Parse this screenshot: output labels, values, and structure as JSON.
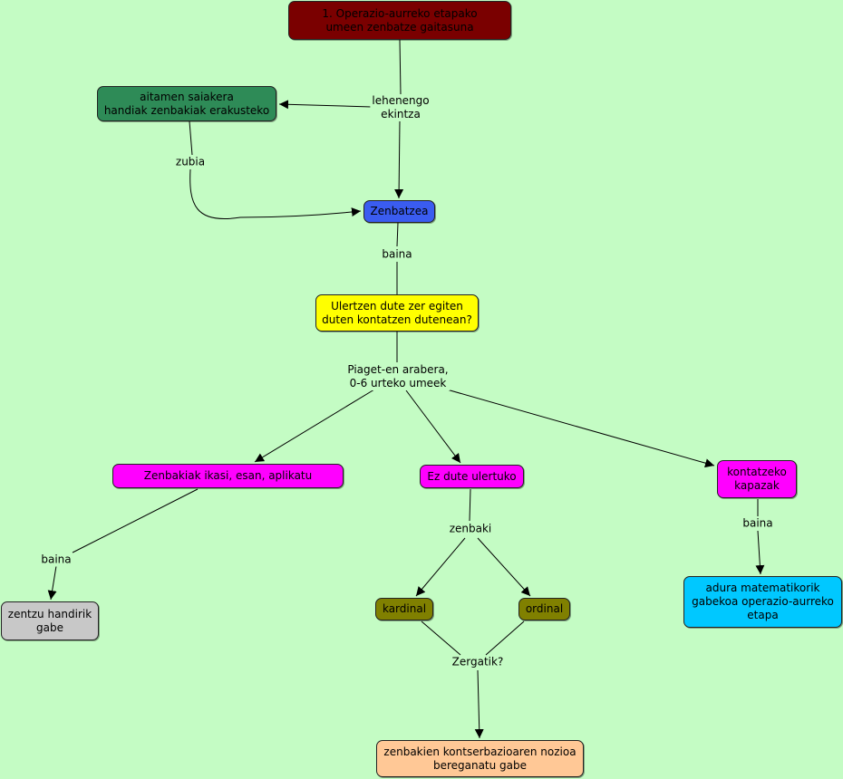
{
  "colors": {
    "background": "#c4fcc4",
    "dark_red": "#7a0000",
    "green": "#2e8b57",
    "blue": "#3a5cf0",
    "yellow": "#ffff00",
    "magenta": "#ff00ff",
    "olive": "#808000",
    "gray": "#c8c8c8",
    "cyan": "#00c8ff",
    "peach": "#ffc896"
  },
  "nodes": {
    "root": "1. Operazio-aurreko etapako\numeen zenbatze gaitasuna",
    "aitamen": "aitamen saiakera\nhandiak zenbakiak erakusteko",
    "zenbatzea": "Zenbatzea",
    "ulertzen": "Ulertzen dute zer egiten\nduten kontatzen dutenean?",
    "ikasi": "Zenbakiak ikasi, esan, aplikatu",
    "ez_ulertuko": "Ez dute ulertuko",
    "kontatzeko": "kontatzeko\nkapazak",
    "zentzu": "zentzu handirik\ngabe",
    "kardinal": "kardinal",
    "ordinal": "ordinal",
    "adura": "adura matematikorik\ngabekoa operazio-aurreko\netapa",
    "kontserbazio": "zenbakien kontserbazioaren nozioa\nbereganatu gabe"
  },
  "labels": {
    "lehenengo": "lehenengo\nekintza",
    "zubia": "zubia",
    "baina1": "baina",
    "piaget": "Piaget-en arabera,\n0-6 urteko umeek",
    "baina2": "baina",
    "zenbaki": "zenbaki",
    "baina3": "baina",
    "zergatik": "Zergatik?"
  }
}
